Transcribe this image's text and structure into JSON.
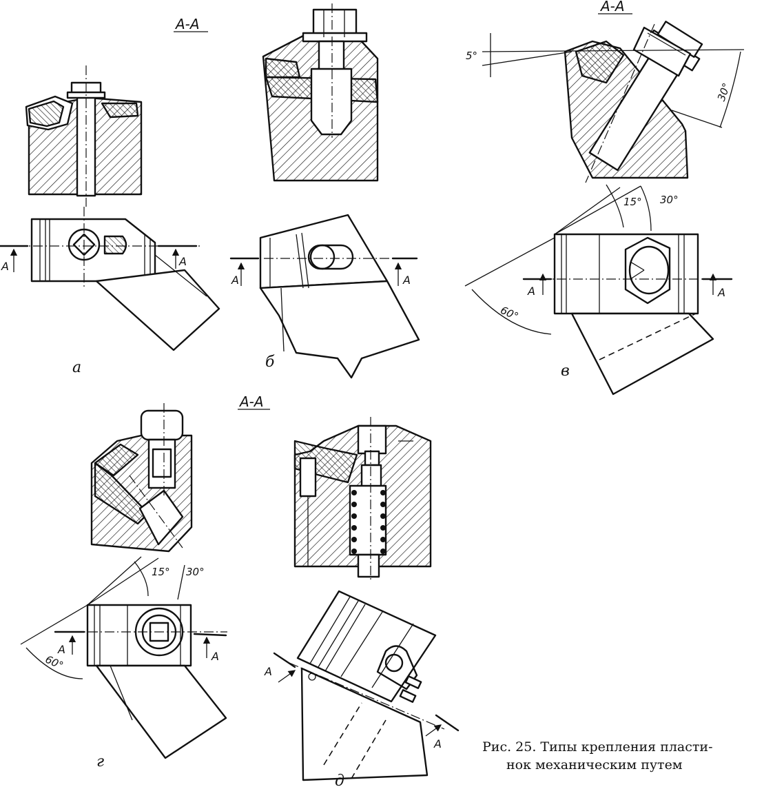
{
  "caption": {
    "line1": "Рис. 25. Типы крепления пласти-",
    "line2": "нок механическим путем"
  },
  "section_label": "А-А",
  "section_label_v": "А-А",
  "arrow_letter": "А",
  "panels": {
    "a": "а",
    "b": "б",
    "v": "в",
    "g": "г",
    "d": "д"
  },
  "angles": {
    "v_top": "5°",
    "v_30": "30°",
    "v_15": "15°",
    "v_30b": "30°",
    "v_60": "60°",
    "g_15": "15°",
    "g_30": "30°",
    "g_60": "60°"
  }
}
